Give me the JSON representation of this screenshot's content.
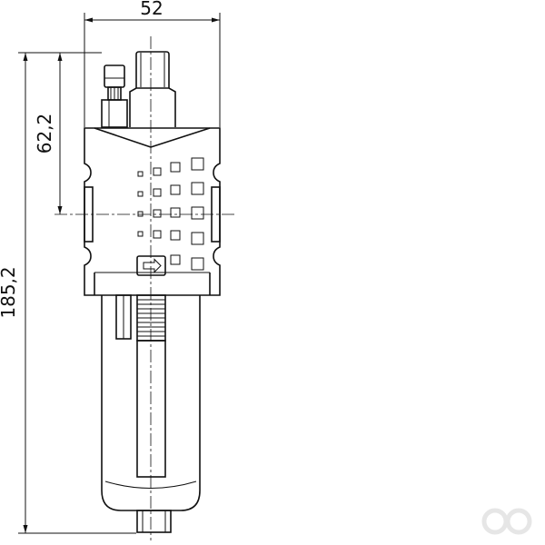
{
  "dimensions": {
    "width": "52",
    "upper_height": "62,2",
    "total_height": "185,2"
  },
  "icons": {
    "flow_arrow": "flow-direction-arrow",
    "brand_logo": "infinity-logo"
  },
  "colors": {
    "line": "#111111",
    "background": "#ffffff",
    "logo": "#e6e6e6"
  }
}
